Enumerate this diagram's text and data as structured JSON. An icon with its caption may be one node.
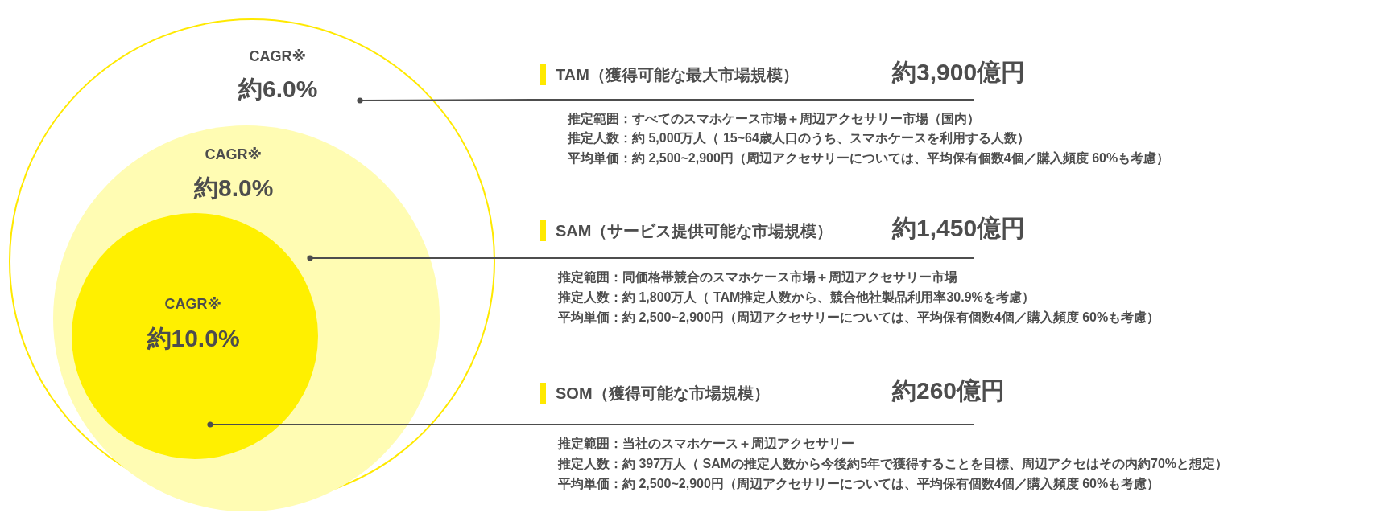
{
  "diagram": {
    "nodes": [
      {
        "text": [
          "CAGR※",
          "約6.0%"
        ]
      },
      {
        "text": [
          "CAGR※",
          "約8.0%"
        ],
        "in": 0
      },
      {
        "text": [
          "CAGR※",
          "約10.0%"
        ],
        "in": 1
      },
      {
        "text": [
          "TAM（獲得可能な最大市場規模）",
          "約3,900億円",
          "推定範囲：すべてのスマホケース市場＋周辺アクセサリー市場（国内）",
          "推定人数：約 5,000万人（ 15~64歳人口のうち、スマホケースを利用する人数）",
          "平均単価：約 2,500~2,900円（周辺アクセサリーについては、平均保有個数4個／購入頻度 60%も考慮）"
        ]
      },
      {
        "text": [
          "SAM（サービス提供可能な市場規模）",
          "約1,450億円",
          "推定範囲：同価格帯競合のスマホケース市場＋周辺アクセサリー市場",
          "推定人数：約 1,800万人（ TAM推定人数から、競合他社製品利用率30.9%を考慮）",
          "平均単価：約 2,500~2,900円（周辺アクセサリーについては、平均保有個数4個／購入頻度 60%も考慮）"
        ]
      },
      {
        "text": [
          "SOM（獲得可能な市場規模）",
          "約260億円",
          "推定範囲：当社のスマホケース＋周辺アクセサリー",
          "推定人数：約 397万人（ SAMの推定人数から今後約5年で獲得することを目標、周辺アクセはその内約70%と想定）",
          "平均単価：約 2,500~2,900円（周辺アクセサリーについては、平均保有個数4個／購入頻度 60%も考慮）"
        ]
      }
    ],
    "edges": [
      {
        "from": 3,
        "to": 0,
        "arrow": "other"
      },
      {
        "from": 4,
        "to": 1,
        "arrow": "other"
      },
      {
        "from": 5,
        "to": 2,
        "arrow": "other"
      }
    ]
  }
}
